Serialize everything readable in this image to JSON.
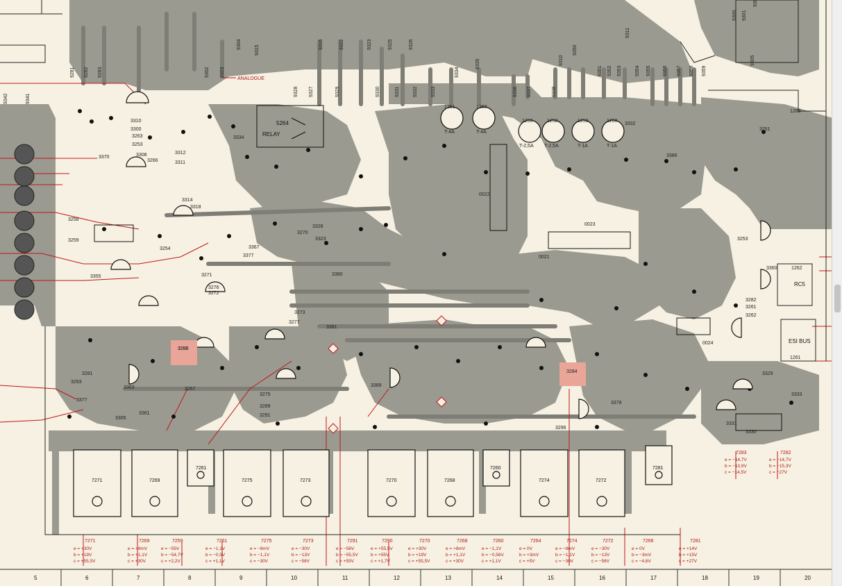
{
  "bus_labels": [
    "9342",
    "9341",
    "9281",
    "9282",
    "9283",
    "9302",
    "9303",
    "9304",
    "9315",
    "9316",
    "9322",
    "9323",
    "9325",
    "9326",
    "9328",
    "9329",
    "9327",
    "9330",
    "9331",
    "9332",
    "9333",
    "9334",
    "9335",
    "9336",
    "9337",
    "9338",
    "9310",
    "9311",
    "9305",
    "9306",
    "9300",
    "9301",
    "9350",
    "9351",
    "9352",
    "9353",
    "9354",
    "9355",
    "9356",
    "9357",
    "9358",
    "9359"
  ],
  "analogue_label": "ANALOGUE",
  "relay_label": "RELAY",
  "relay_ref": "5264",
  "labels_plain": [
    {
      "t": "3310"
    },
    {
      "t": "3300"
    },
    {
      "t": "3253"
    },
    {
      "t": "3263"
    },
    {
      "t": "3308"
    },
    {
      "t": "3370"
    },
    {
      "t": "3266"
    },
    {
      "t": "3312"
    },
    {
      "t": "3311"
    },
    {
      "t": "3314"
    },
    {
      "t": "3318"
    },
    {
      "t": "3258"
    },
    {
      "t": "3259"
    },
    {
      "t": "3254"
    },
    {
      "t": "3355"
    },
    {
      "t": "3271"
    },
    {
      "t": "3276"
    },
    {
      "t": "3272"
    },
    {
      "t": "3273"
    },
    {
      "t": "3277"
    },
    {
      "t": "3367"
    },
    {
      "t": "3377"
    },
    {
      "t": "3380"
    },
    {
      "t": "3328"
    },
    {
      "t": "3270"
    },
    {
      "t": "3323"
    },
    {
      "t": "3381"
    },
    {
      "t": "3389"
    },
    {
      "t": "3275"
    },
    {
      "t": "3289"
    },
    {
      "t": "3291"
    },
    {
      "t": "3361"
    },
    {
      "t": "3363"
    },
    {
      "t": "3305"
    },
    {
      "t": "3293"
    },
    {
      "t": "3281"
    },
    {
      "t": "3377"
    },
    {
      "t": "3378"
    },
    {
      "t": "3296"
    },
    {
      "t": "3331"
    },
    {
      "t": "3330"
    },
    {
      "t": "3329"
    },
    {
      "t": "3333"
    },
    {
      "t": "3282"
    },
    {
      "t": "3261"
    },
    {
      "t": "3262"
    },
    {
      "t": "3286"
    },
    {
      "t": "3267"
    },
    {
      "t": "3360"
    },
    {
      "t": "3253"
    },
    {
      "t": "3251"
    },
    {
      "t": "3334"
    },
    {
      "t": "3386"
    },
    {
      "t": "3332"
    }
  ],
  "fuses": [
    {
      "ref": "1251",
      "rating": "T-4A"
    },
    {
      "ref": "1250",
      "rating": "T-4A"
    },
    {
      "ref": "1253",
      "rating": "T-2,5A"
    },
    {
      "ref": "1252",
      "rating": "T-2,5A"
    },
    {
      "ref": "1259",
      "rating": "T-1A"
    },
    {
      "ref": "1260",
      "rating": "T-1A"
    }
  ],
  "connectors": [
    {
      "ref": "1263"
    },
    {
      "ref": "1262",
      "name": "RC5"
    },
    {
      "ref": "1261",
      "name": "ESI BUS"
    },
    {
      "ref": "0024"
    },
    {
      "ref": "0022"
    },
    {
      "ref": "0021"
    },
    {
      "ref": "0023"
    }
  ],
  "highlight_refs": [
    "3285",
    "3284"
  ],
  "transistor_packages": [
    "7271",
    "7269",
    "7261",
    "7275",
    "7273",
    "7270",
    "7268",
    "7260",
    "7274",
    "7272",
    "7281"
  ],
  "voltage_tables": [
    {
      "name": "7271",
      "lines": [
        "e = +30V",
        "b = +19V",
        "c = +55,5V"
      ]
    },
    {
      "name": "7269",
      "lines": [
        "e = +8mV",
        "b = +1,1V",
        "c = +30V"
      ]
    },
    {
      "name": "7259",
      "lines": [
        "e = −55V",
        "b = −54,7V",
        "c = +2,2V"
      ]
    },
    {
      "name": "7261",
      "lines": [
        "e = −1,1V",
        "b = −0,5V",
        "c = +1,1V"
      ]
    },
    {
      "name": "7275",
      "lines": [
        "e = −8mV",
        "b = −1,1V",
        "c = −30V"
      ]
    },
    {
      "name": "7273",
      "lines": [
        "e = −30V",
        "b = −13V",
        "c = −56V"
      ]
    },
    {
      "name": "7291",
      "lines": [
        "e = −56V",
        "b = −55,5V",
        "c = +55V"
      ]
    },
    {
      "name": "7290",
      "lines": [
        "e = +55,5V",
        "b = +55V",
        "c = +1,7V"
      ]
    },
    {
      "name": "7270",
      "lines": [
        "e = +30V",
        "b = +19V",
        "c = +55,5V"
      ]
    },
    {
      "name": "7268",
      "lines": [
        "e = +8mV",
        "b = +1,1V",
        "c = +30V"
      ]
    },
    {
      "name": "7260",
      "lines": [
        "e = −1,1V",
        "b = −0,56V",
        "c = +1,1V"
      ]
    },
    {
      "name": "7264",
      "lines": [
        "e = 0V",
        "b = +3mV",
        "c = +5V"
      ]
    },
    {
      "name": "7274",
      "lines": [
        "e = −8mV",
        "b = −1,1V",
        "c = −30V"
      ]
    },
    {
      "name": "7272",
      "lines": [
        "e = −30V",
        "b = −13V",
        "c = −56V"
      ]
    },
    {
      "name": "7266",
      "lines": [
        "e = 0V",
        "b = −3mV",
        "c = −4,6V"
      ]
    },
    {
      "name": "7281",
      "lines": [
        "e = +14V",
        "b = +15V",
        "c = +27V"
      ]
    }
  ],
  "voltage_tables_right": [
    {
      "name": "7283",
      "lines": [
        "e = −14,7V",
        "b = −13,9V",
        "c = −14,5V"
      ]
    },
    {
      "name": "7282",
      "lines": [
        "e = −14,7V",
        "b = −15,3V",
        "c = −27V"
      ]
    }
  ],
  "grid_numbers": [
    "5",
    "6",
    "7",
    "8",
    "9",
    "10",
    "11",
    "12",
    "13",
    "14",
    "15",
    "16",
    "17",
    "18",
    "19",
    "20"
  ],
  "colors": {
    "paper": "#f6f1e2",
    "copper": "#9a9a90",
    "copper_dark": "#7e7e76",
    "marking": "#1a1a1a",
    "red_trace": "#c0161a",
    "highlight": "#e8a598"
  }
}
